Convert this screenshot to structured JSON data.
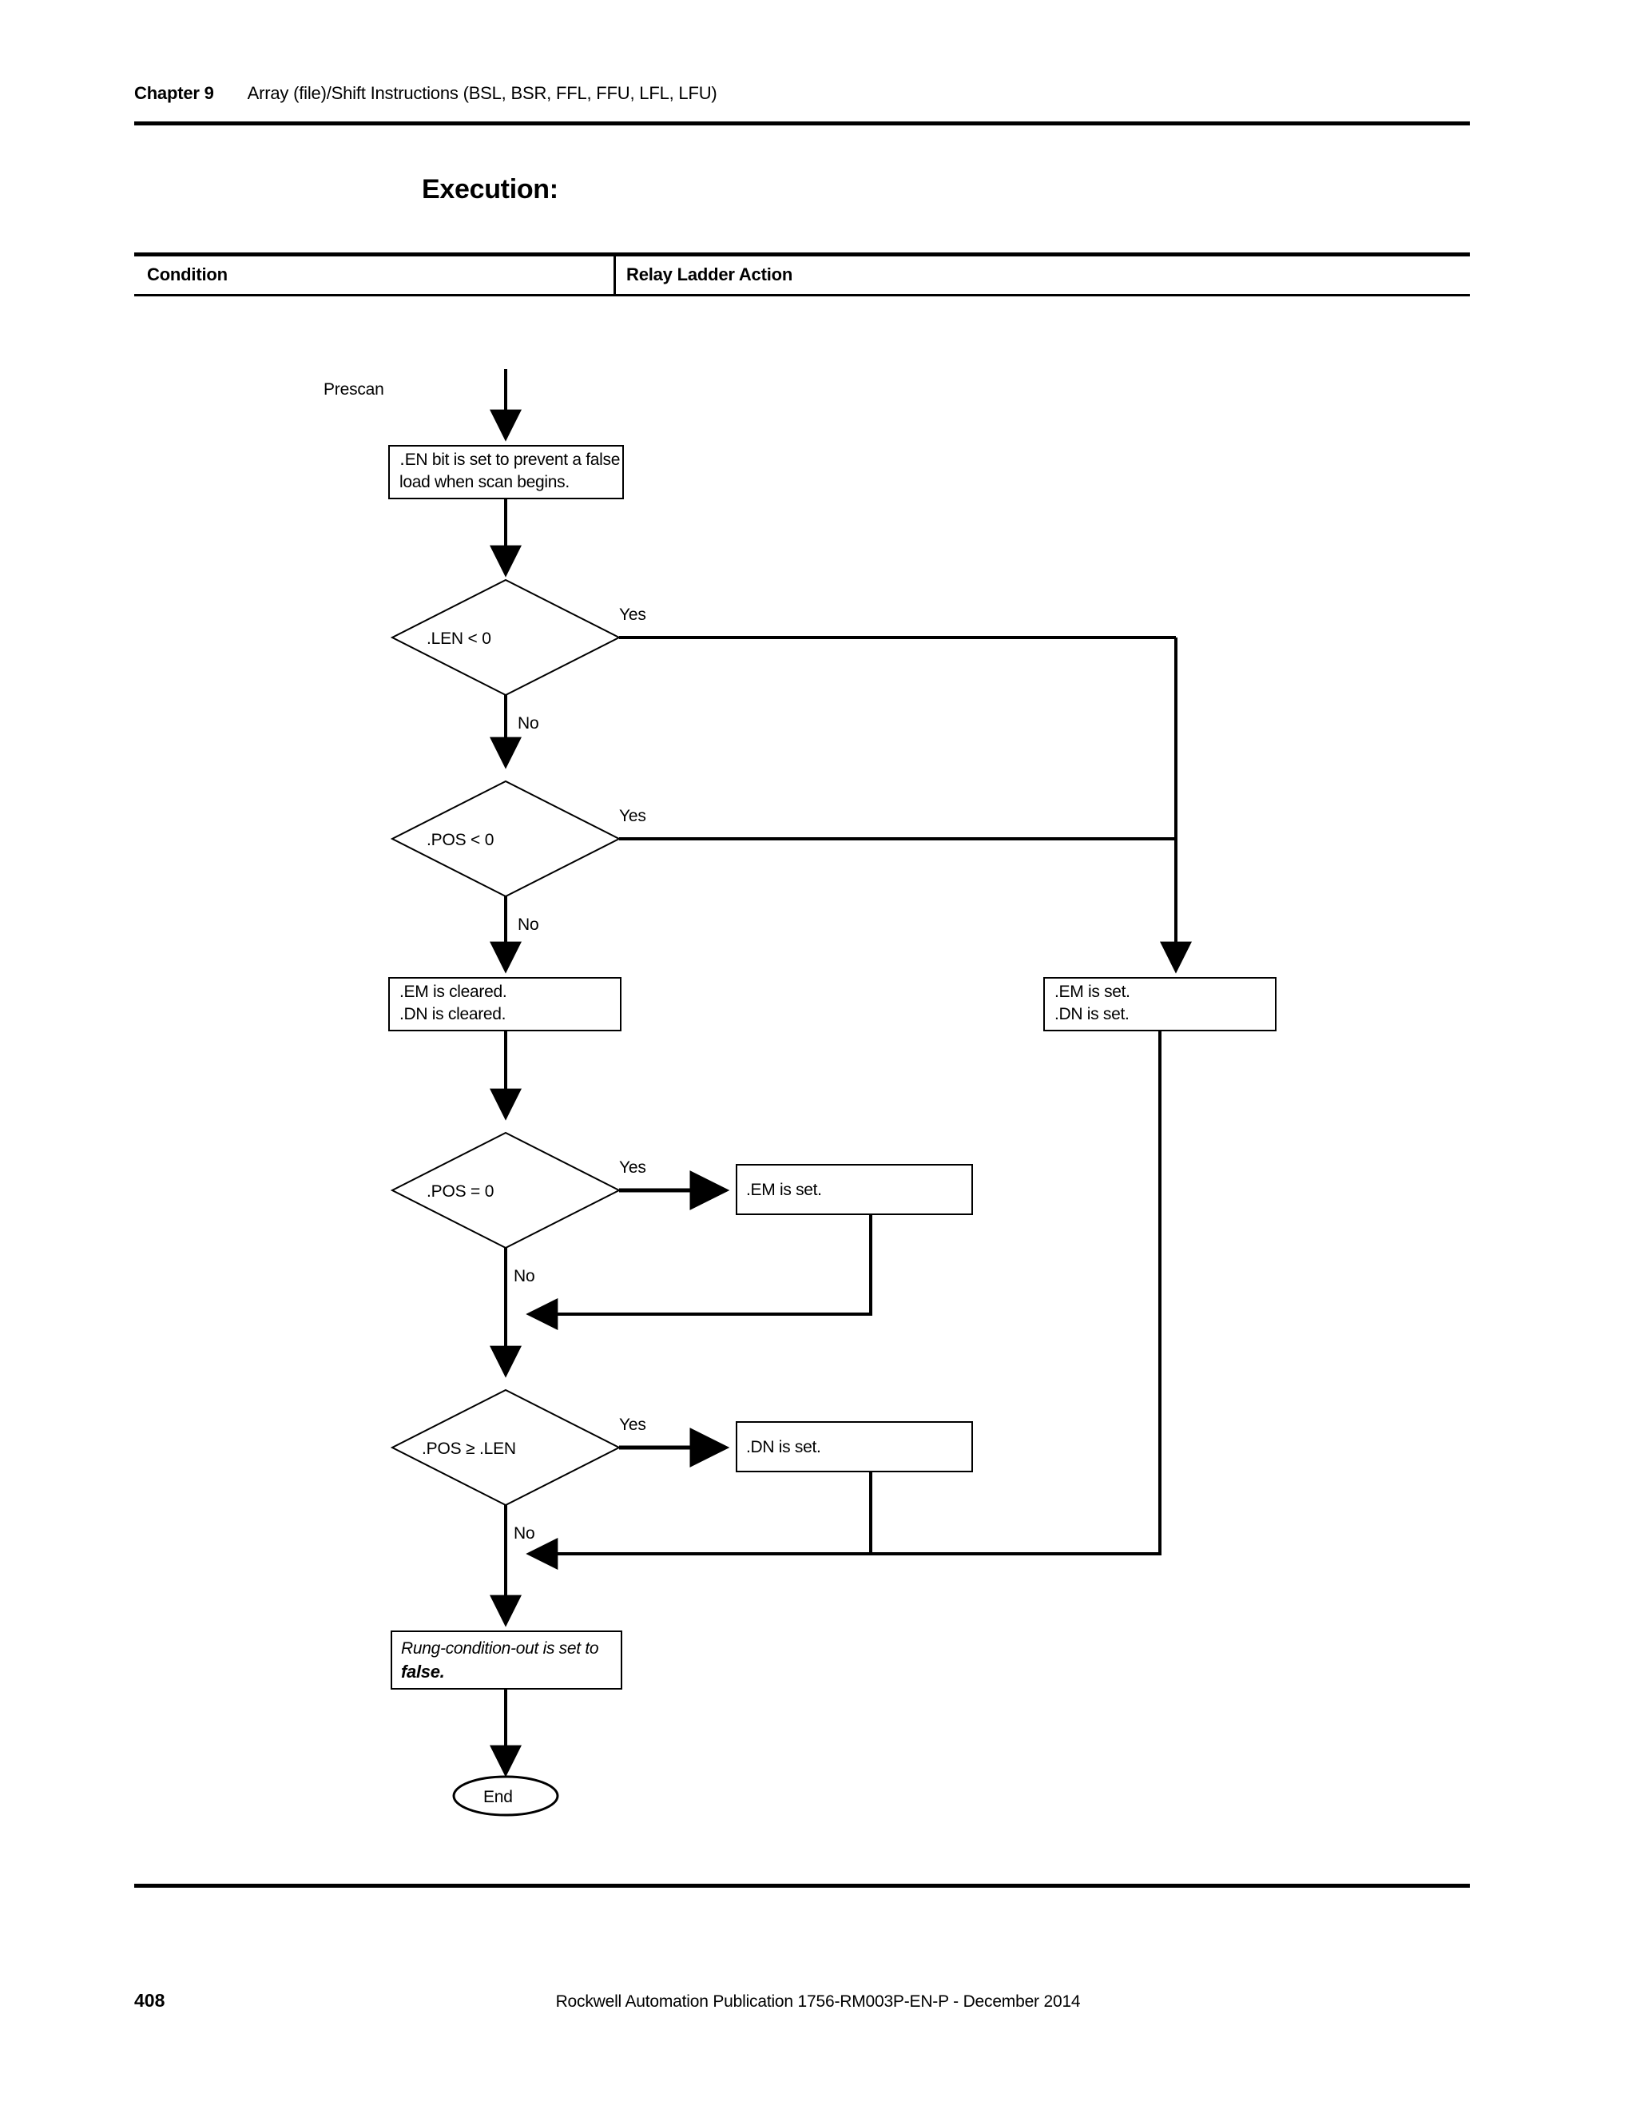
{
  "header": {
    "chapter_label": "Chapter 9",
    "chapter_title": "Array (file)/Shift Instructions (BSL, BSR, FFL, FFU, LFL, LFU)"
  },
  "section": {
    "title": "Execution:"
  },
  "table": {
    "columns": [
      {
        "header": "Condition"
      },
      {
        "header": "Relay Ladder Action"
      }
    ]
  },
  "flowchart": {
    "entry_label": "Prescan",
    "nodes": {
      "en_bit": {
        "type": "process",
        "lines": [
          "․EN bit is set to prevent a false",
          "load when scan begins."
        ]
      },
      "len_lt_0": {
        "type": "decision",
        "label": ".LEN < 0",
        "yes_label": "Yes",
        "no_label": "No"
      },
      "pos_lt_0": {
        "type": "decision",
        "label": ".POS < 0",
        "yes_label": "Yes",
        "no_label": "No"
      },
      "em_dn_cleared": {
        "type": "process",
        "lines": [
          ".EM is cleared.",
          ".DN is cleared."
        ]
      },
      "em_dn_set": {
        "type": "process",
        "lines": [
          ".EM is set.",
          ".DN is set."
        ]
      },
      "pos_eq_0": {
        "type": "decision",
        "label": ".POS = 0",
        "yes_label": "Yes",
        "no_label": "No"
      },
      "em_set": {
        "type": "process",
        "lines": [
          ".EM is set."
        ]
      },
      "pos_ge_len": {
        "type": "decision",
        "label": ".POS ≥ .LEN",
        "yes_label": "Yes",
        "no_label": "No"
      },
      "dn_set": {
        "type": "process",
        "lines": [
          ".DN is set."
        ]
      },
      "rung_false": {
        "type": "process",
        "line_italic": "Rung-condition-out is set to",
        "line_bold_italic": "false."
      },
      "end": {
        "type": "terminator",
        "label": "End"
      }
    }
  },
  "footer": {
    "page_number": "408",
    "publication": "Rockwell Automation Publication 1756-RM003P-EN-P - December 2014"
  },
  "colors": {
    "ink": "#000000",
    "paper": "#ffffff"
  }
}
